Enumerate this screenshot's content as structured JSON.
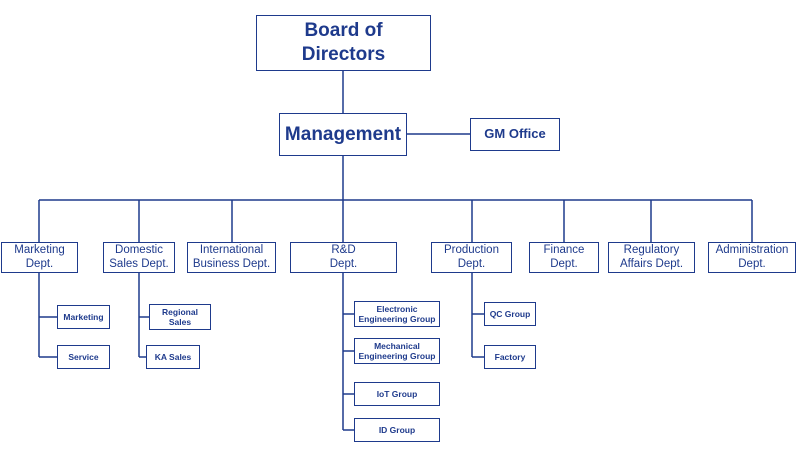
{
  "board": "Board of\nDirectors",
  "management": "Management",
  "gm_office": "GM Office",
  "departments": {
    "marketing": "Marketing\nDept.",
    "domestic_sales": "Domestic\nSales Dept.",
    "international_business": "International\nBusiness Dept.",
    "rnd": "R&D\nDept.",
    "production": "Production\nDept.",
    "finance": "Finance\nDept.",
    "regulatory_affairs": "Regulatory\nAffairs Dept.",
    "administration": "Administration\nDept."
  },
  "groups": {
    "marketing": [
      "Marketing",
      "Service"
    ],
    "domestic_sales": [
      "Regional\nSales",
      "KA Sales"
    ],
    "rnd": [
      "Electronic\nEngineering Group",
      "Mechanical\nEngineering Group",
      "IoT Group",
      "ID Group"
    ],
    "production": [
      "QC Group",
      "Factory"
    ]
  },
  "colors": {
    "line": "#1e3a8c",
    "text": "#1e3a8c",
    "box_fill": "#ffffff"
  }
}
